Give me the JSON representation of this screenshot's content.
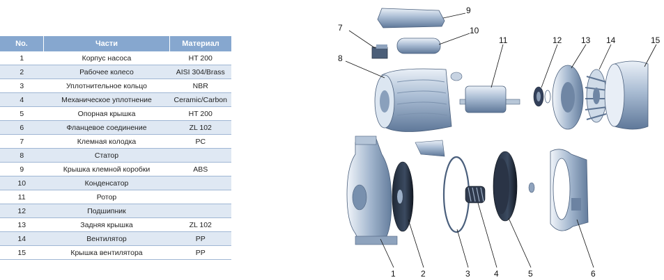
{
  "table": {
    "headers": {
      "no": "No.",
      "part": "Части",
      "material": "Материал"
    },
    "rows": [
      {
        "no": "1",
        "part": "Корпус насоса",
        "material": "HT 200"
      },
      {
        "no": "2",
        "part": "Рабочее колесо",
        "material": "AISI 304/Brass"
      },
      {
        "no": "3",
        "part": "Уплотнительное кольцо",
        "material": "NBR"
      },
      {
        "no": "4",
        "part": "Механическое уплотнение",
        "material": "Ceramic/Carbon"
      },
      {
        "no": "5",
        "part": "Опорная крышка",
        "material": "HT 200"
      },
      {
        "no": "6",
        "part": "Фланцевое соединение",
        "material": "ZL 102"
      },
      {
        "no": "7",
        "part": "Клемная колодка",
        "material": "PC"
      },
      {
        "no": "8",
        "part": "Статор",
        "material": ""
      },
      {
        "no": "9",
        "part": "Крышка клемной коробки",
        "material": "ABS"
      },
      {
        "no": "10",
        "part": "Конденсатор",
        "material": ""
      },
      {
        "no": "11",
        "part": "Ротор",
        "material": ""
      },
      {
        "no": "12",
        "part": "Подшипник",
        "material": ""
      },
      {
        "no": "13",
        "part": "Задняя крышка",
        "material": "ZL 102"
      },
      {
        "no": "14",
        "part": "Вентилятор",
        "material": "PP"
      },
      {
        "no": "15",
        "part": "Крышка вентилятора",
        "material": "PP"
      }
    ]
  },
  "diagram": {
    "callouts": [
      "1",
      "2",
      "3",
      "4",
      "5",
      "6",
      "7",
      "8",
      "9",
      "10",
      "11",
      "12",
      "13",
      "14",
      "15"
    ]
  }
}
